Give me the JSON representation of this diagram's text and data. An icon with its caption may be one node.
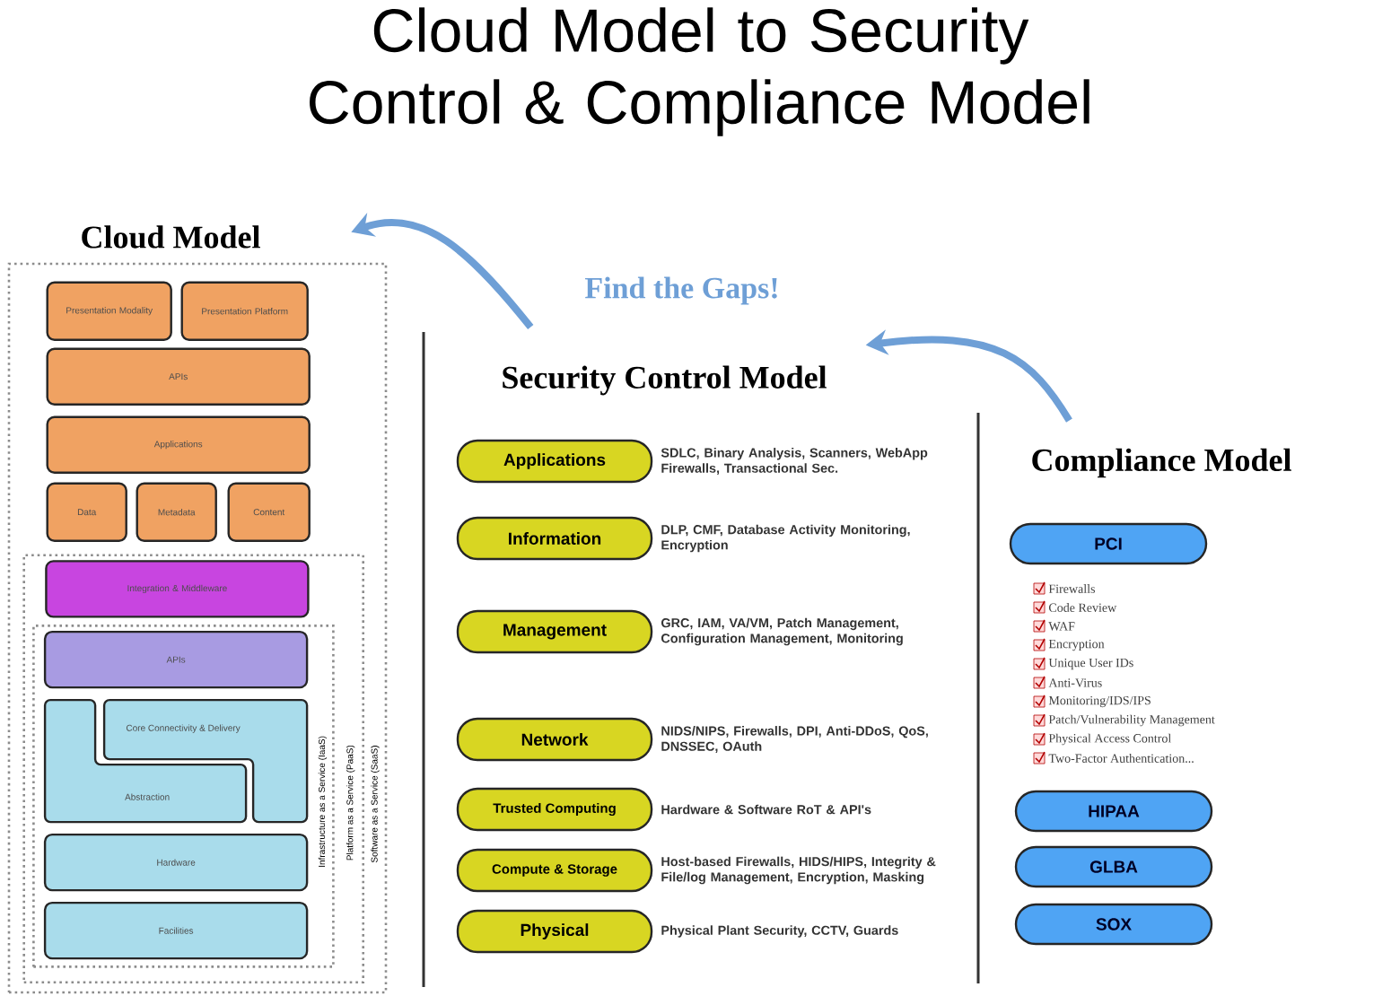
{
  "diagram": {
    "title": "Cloud Model to Security Control & Compliance Model",
    "nodes": [
      {
        "text": [
          "Cloud Model",
          "Software as a Service (SaaS)"
        ]
      },
      {
        "text": [
          "Presentation Modality"
        ],
        "in": 0
      },
      {
        "text": [
          "Presentation Platform"
        ],
        "in": 0
      },
      {
        "text": [
          "APIs"
        ],
        "in": 0
      },
      {
        "text": [
          "Applications"
        ],
        "in": 0
      },
      {
        "text": [
          "Data"
        ],
        "in": 0
      },
      {
        "text": [
          "Metadata"
        ],
        "in": 0
      },
      {
        "text": [
          "Content"
        ],
        "in": 0
      },
      {
        "text": [
          "Platform as a Service (PaaS)"
        ],
        "in": 0
      },
      {
        "text": [
          "Integration & Middleware"
        ],
        "in": 8
      },
      {
        "text": [
          "Infrastructure as a Service (IaaS)"
        ],
        "in": 8
      },
      {
        "text": [
          "APIs"
        ],
        "in": 10
      },
      {
        "text": [
          "Core Connectivity & Delivery"
        ],
        "in": 10
      },
      {
        "text": [
          "Abstraction"
        ],
        "in": 10
      },
      {
        "text": [
          "Hardware"
        ],
        "in": 10
      },
      {
        "text": [
          "Facilities"
        ],
        "in": 10
      },
      {
        "text": [
          "Security Control Model"
        ]
      },
      {
        "text": [
          "Applications"
        ],
        "beside": [
          "SDLC, Binary Analysis, Scanners, WebApp Firewalls, Transactional Sec."
        ]
      },
      {
        "text": [
          "Information"
        ],
        "beside": [
          "DLP, CMF, Database Activity Monitoring, Encryption"
        ]
      },
      {
        "text": [
          "Management"
        ],
        "beside": [
          "GRC, IAM, VA/VM, Patch Management, Configuration Management, Monitoring"
        ]
      },
      {
        "text": [
          "Network"
        ],
        "beside": [
          "NIDS/NIPS, Firewalls, DPI, Anti-DDoS, QoS, DNSSEC, OAuth"
        ]
      },
      {
        "text": [
          "Trusted Computing"
        ],
        "beside": [
          "Hardware & Software RoT & API's"
        ]
      },
      {
        "text": [
          "Compute & Storage"
        ],
        "beside": [
          "Host-based Firewalls, HIDS/HIPS, Integrity & File/log Management, Encryption, Masking"
        ]
      },
      {
        "text": [
          "Physical"
        ],
        "beside": [
          "Physical Plant Security, CCTV, Guards"
        ]
      },
      {
        "text": [
          "Compliance Model"
        ]
      },
      {
        "text": [
          "PCI"
        ],
        "beside": [
          "Firewalls",
          "Code Review",
          "WAF",
          "Encryption",
          "Unique User IDs",
          "Anti-Virus",
          "Monitoring/IDS/IPS",
          "Patch/Vulnerability Management",
          "Physical Access Control",
          "Two-Factor Authentication..."
        ]
      },
      {
        "text": [
          "HIPAA"
        ]
      },
      {
        "text": [
          "GLBA"
        ]
      },
      {
        "text": [
          "SOX"
        ]
      }
    ],
    "edges": [
      {
        "from": 16,
        "to": 0,
        "arrow": "to"
      },
      {
        "from": 24,
        "to": 16,
        "arrow": "to"
      }
    ],
    "labels": [
      "Find the Gaps!"
    ]
  }
}
